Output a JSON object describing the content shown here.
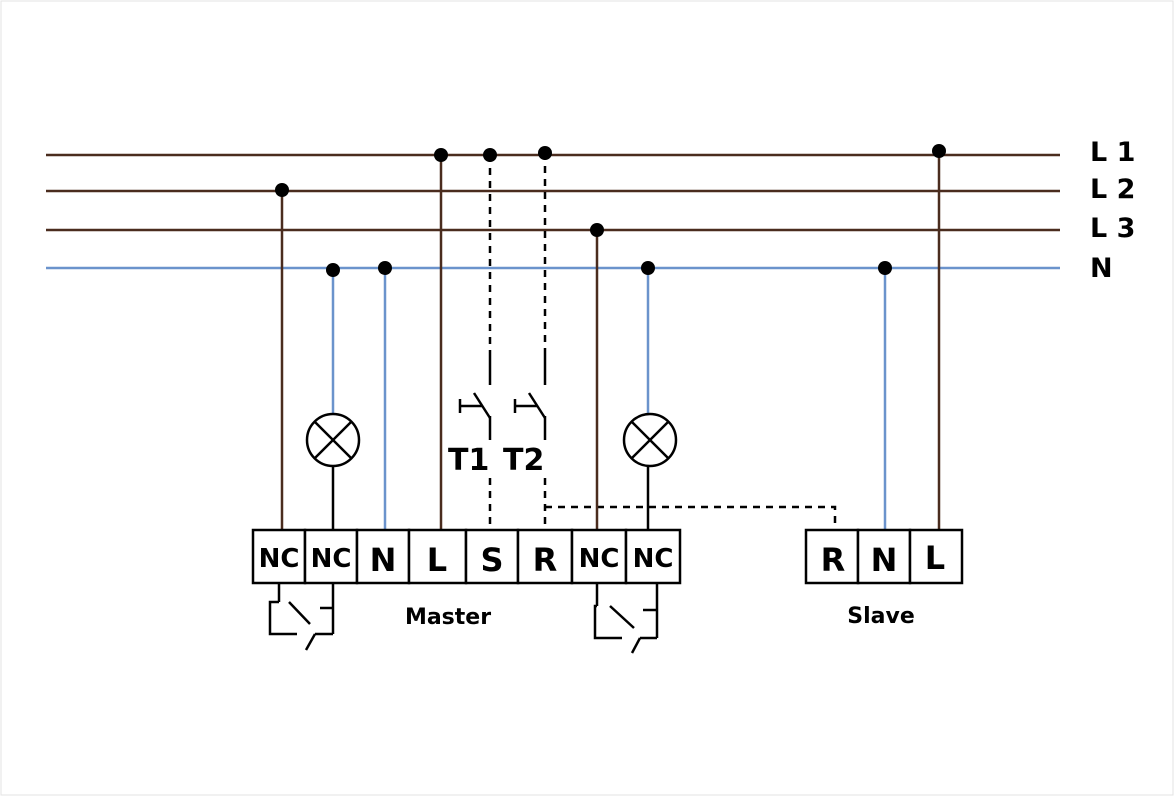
{
  "lines": {
    "l1": "L 1",
    "l2": "L 2",
    "l3": "L 3",
    "n": "N"
  },
  "master": {
    "label": "Master",
    "terminals": [
      "NC",
      "NC",
      "N",
      "L",
      "S",
      "R",
      "NC",
      "NC"
    ]
  },
  "slave": {
    "label": "Slave",
    "terminals": [
      "R",
      "N",
      "L"
    ]
  },
  "switches": {
    "t1": "T1",
    "t2": "T2"
  },
  "colors": {
    "phase": "#4a2c1e",
    "neutral": "#6b93cc",
    "black": "#000000"
  }
}
